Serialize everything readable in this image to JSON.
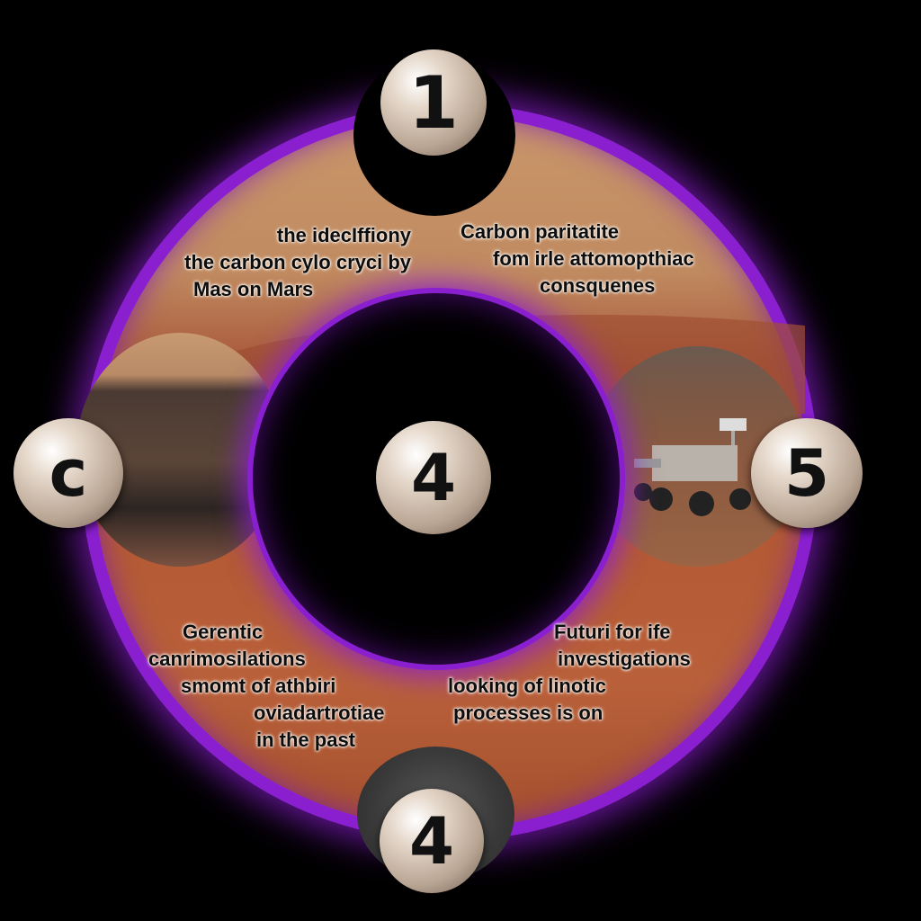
{
  "markers": {
    "top": "1",
    "left": "c",
    "center": "4",
    "right": "5",
    "bottom": "4"
  },
  "labels": {
    "top_left": [
      "the idecIffiony",
      "the carbon cylo cryci by",
      "Mas on Mars"
    ],
    "top_right": [
      "Carbon paritatite",
      "fom irle attomopthiac",
      "consquenes"
    ],
    "bottom_left": [
      "Gerentic",
      "canrimosilations",
      "smomt of athbiri",
      "oviadartrotiae",
      "in the past"
    ],
    "bottom_right": [
      "Futuri for ife",
      "investigations",
      "looking of linotic",
      "processes is on"
    ]
  },
  "colors": {
    "ring": "#8a1fd0",
    "background": "#000000"
  }
}
